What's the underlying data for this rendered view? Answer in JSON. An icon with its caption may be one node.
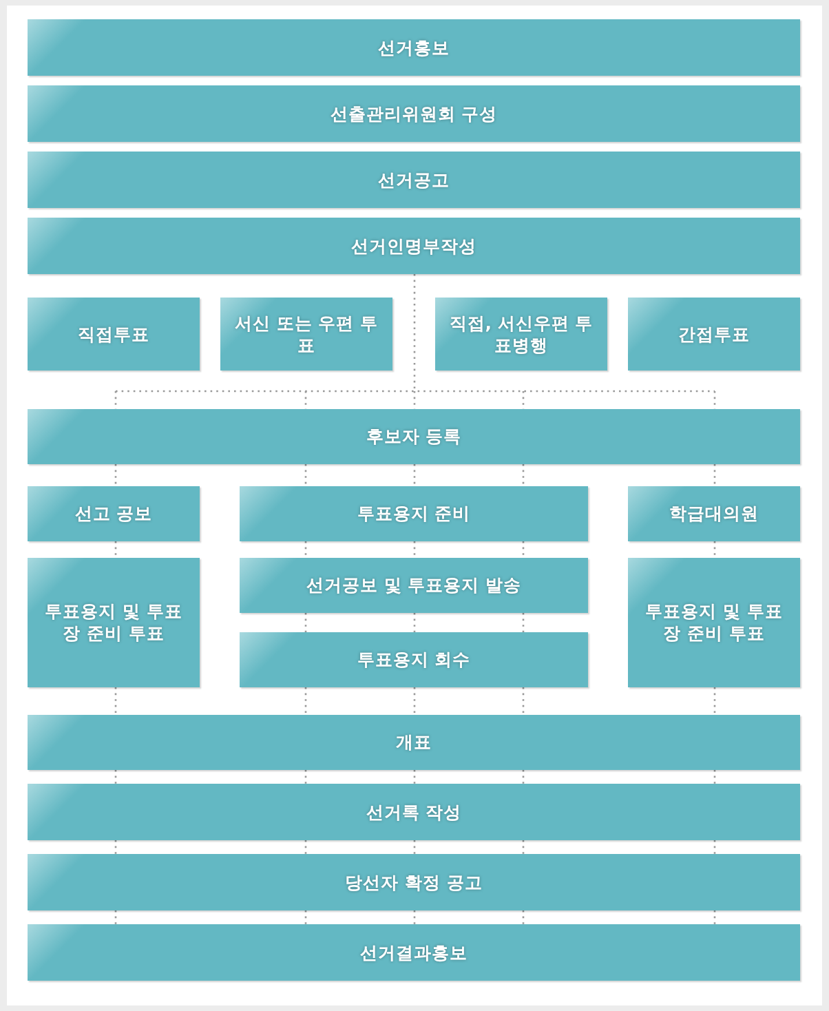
{
  "diagram": {
    "nodes": [
      {
        "text": [
          "선거홍보"
        ]
      },
      {
        "text": [
          "선출관리위원회 구성"
        ]
      },
      {
        "text": [
          "선거공고"
        ]
      },
      {
        "text": [
          "선거인명부작성"
        ]
      },
      {
        "text": [
          "직접투표"
        ]
      },
      {
        "text": [
          "서신 또는 우편 투표"
        ]
      },
      {
        "text": [
          "직접, 서신우편 투표병행"
        ]
      },
      {
        "text": [
          "간접투표"
        ]
      },
      {
        "text": [
          "후보자 등록"
        ]
      },
      {
        "text": [
          "선고 공보"
        ]
      },
      {
        "text": [
          "투표용지 준비"
        ]
      },
      {
        "text": [
          "학급대의원"
        ]
      },
      {
        "text": [
          "투표용지 및 투표장 준비 투표"
        ]
      },
      {
        "text": [
          "선거공보 및 투표용지 발송"
        ]
      },
      {
        "text": [
          "투표용지 회수"
        ]
      },
      {
        "text": [
          "투표용지 및 투표장 준비 투표"
        ]
      },
      {
        "text": [
          "개표"
        ]
      },
      {
        "text": [
          "선거록 작성"
        ]
      },
      {
        "text": [
          "당선자 확정 공고"
        ]
      },
      {
        "text": [
          "선거결과홍보"
        ]
      }
    ],
    "edges": [
      {
        "from": 3,
        "to": 8,
        "arrow": "none"
      },
      {
        "from": 8,
        "to": 9,
        "arrow": "none"
      },
      {
        "from": 8,
        "to": 10,
        "arrow": "none"
      },
      {
        "from": 8,
        "to": 11,
        "arrow": "none"
      },
      {
        "from": 9,
        "to": 12,
        "arrow": "none"
      },
      {
        "from": 10,
        "to": 13,
        "arrow": "none"
      },
      {
        "from": 11,
        "to": 15,
        "arrow": "none"
      },
      {
        "from": 13,
        "to": 14,
        "arrow": "none"
      },
      {
        "from": 12,
        "to": 16,
        "arrow": "none"
      },
      {
        "from": 14,
        "to": 16,
        "arrow": "none"
      },
      {
        "from": 15,
        "to": 16,
        "arrow": "none"
      },
      {
        "from": 16,
        "to": 17,
        "arrow": "none"
      },
      {
        "from": 17,
        "to": 18,
        "arrow": "none"
      },
      {
        "from": 18,
        "to": 19,
        "arrow": "none"
      }
    ]
  }
}
